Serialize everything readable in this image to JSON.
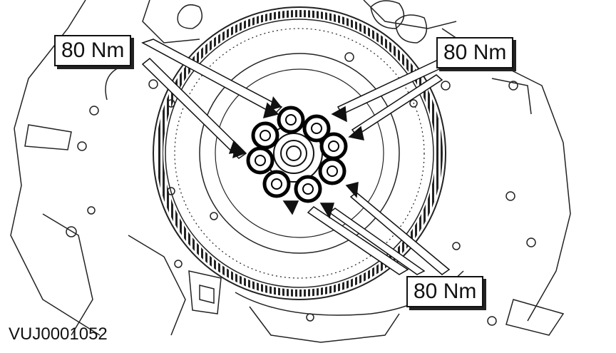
{
  "figure_id": "VUJ0001052",
  "callouts": [
    {
      "text": "80 Nm"
    },
    {
      "text": "80 Nm"
    },
    {
      "text": "80 Nm"
    }
  ]
}
